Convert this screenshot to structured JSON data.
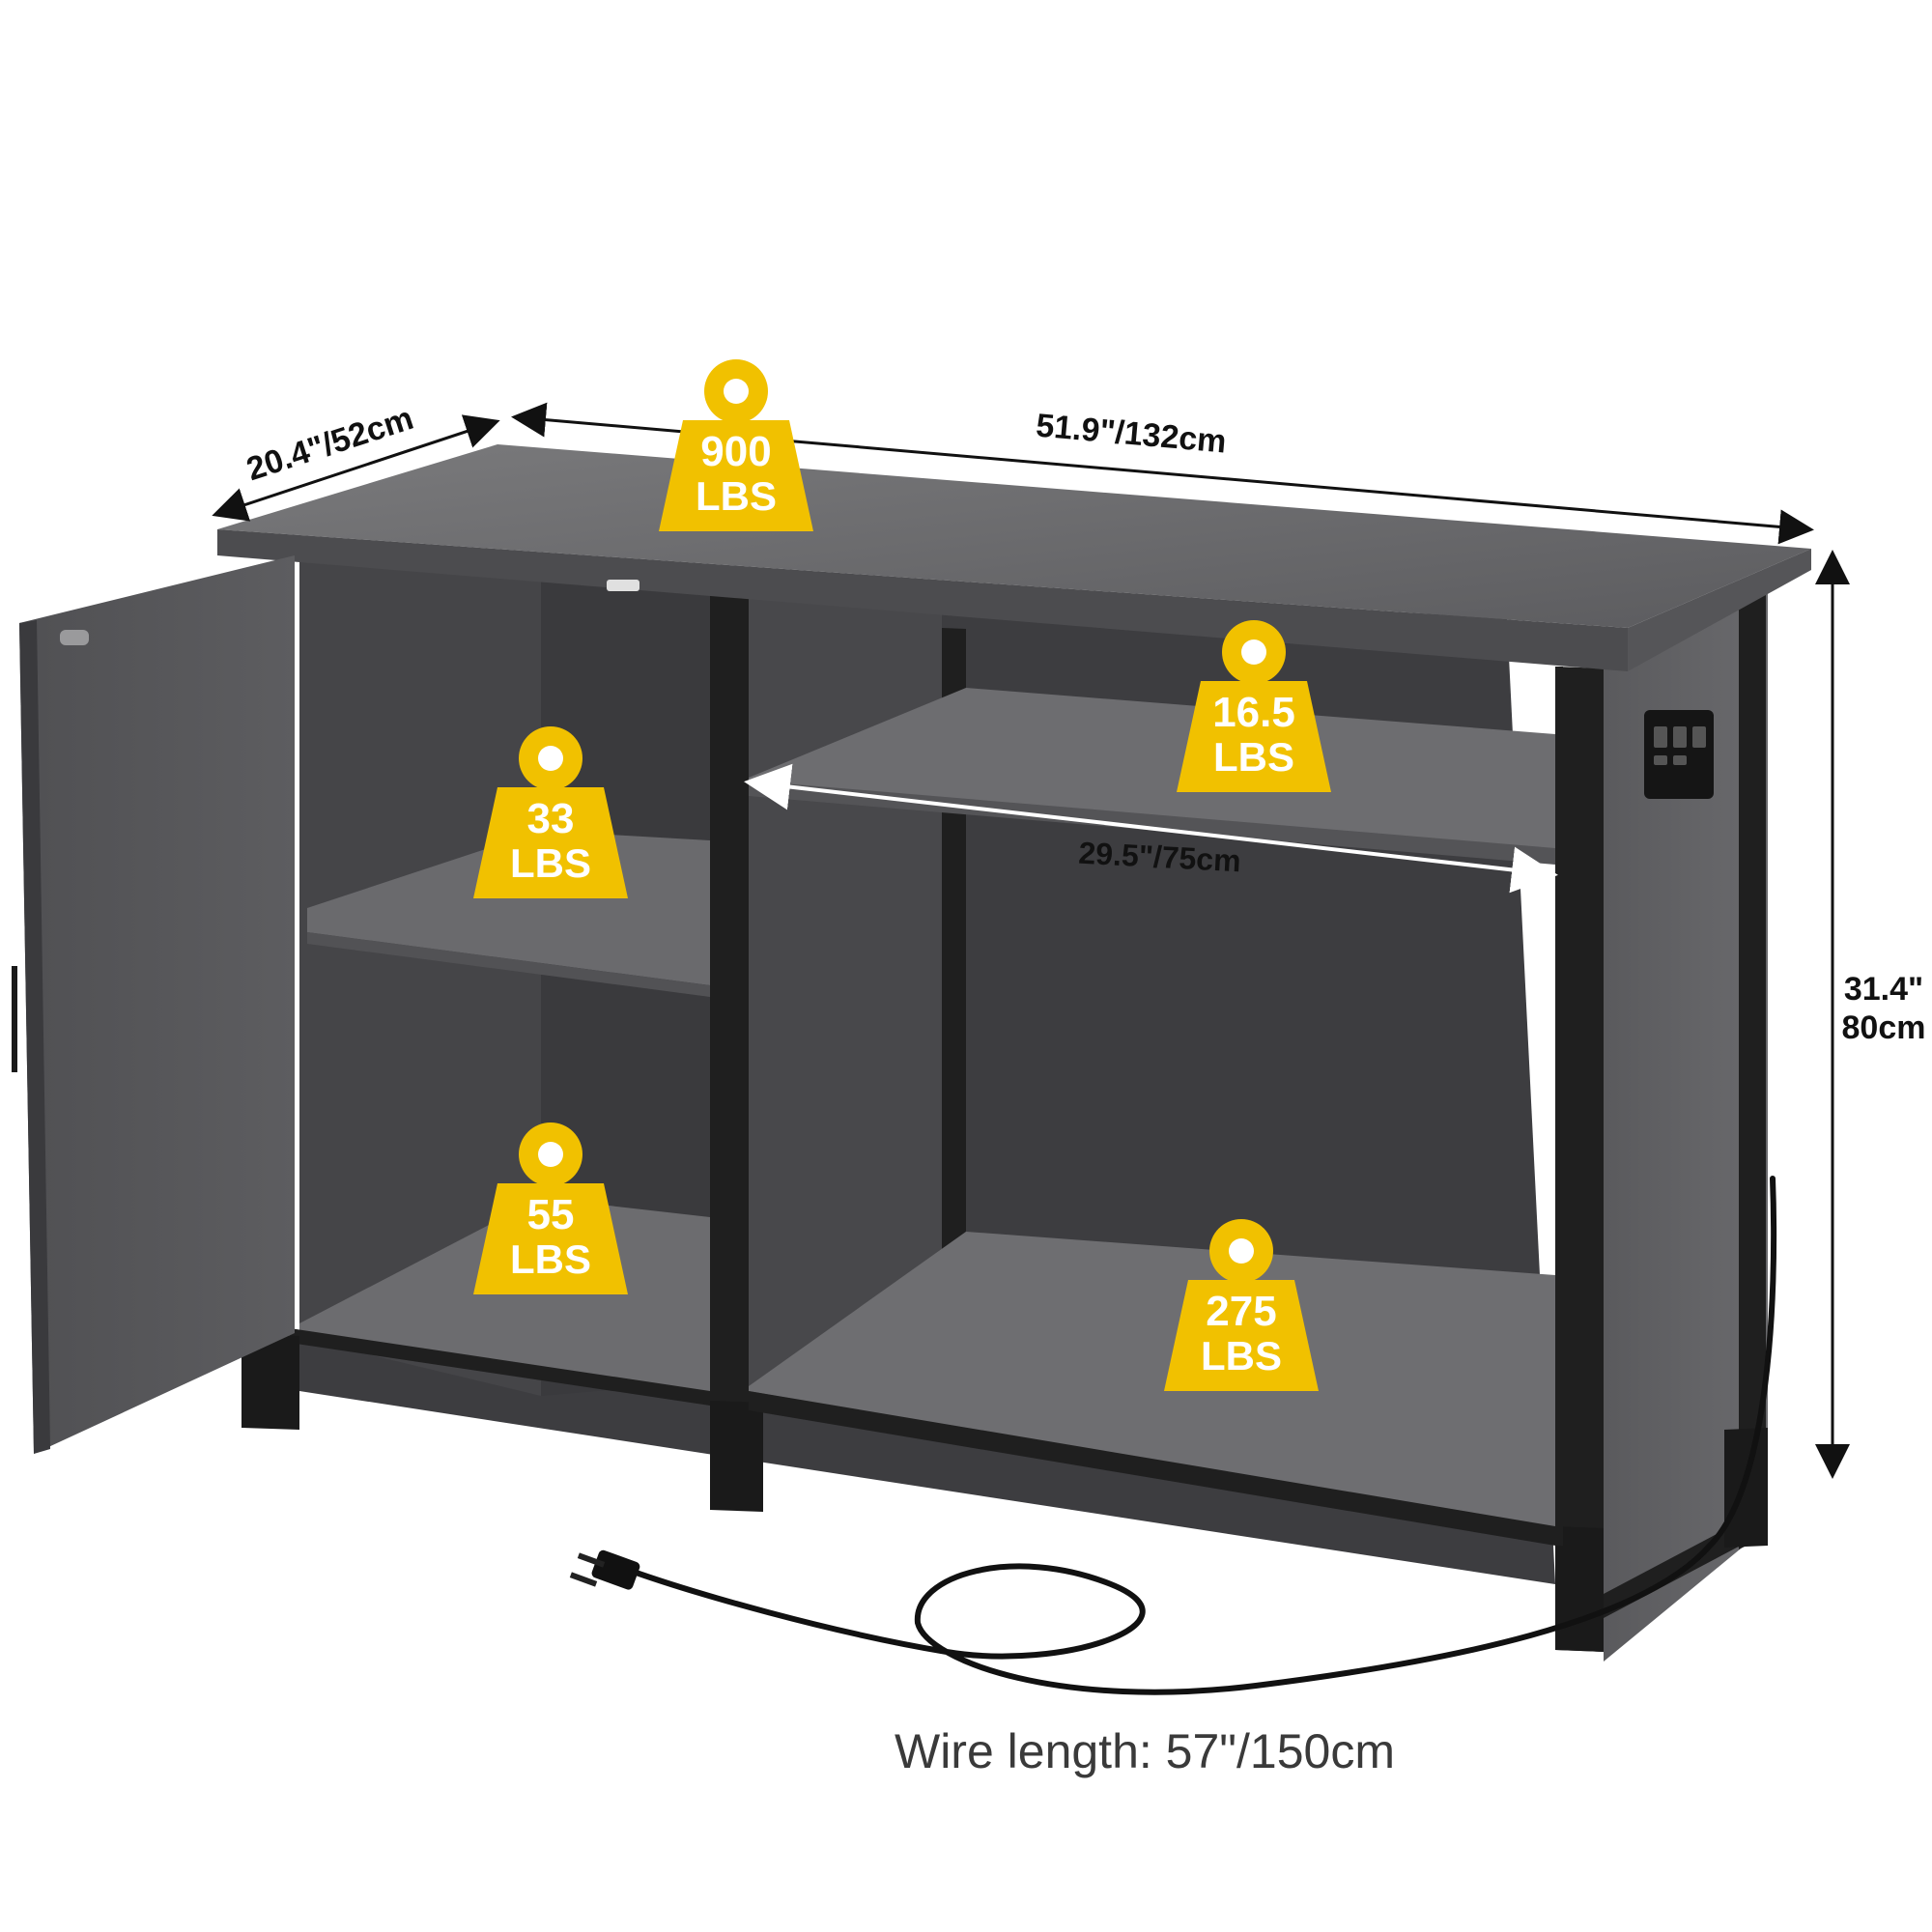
{
  "colors": {
    "badge": "#f1c100",
    "badge_text": "#ffffff",
    "frame": "#1f1f1f",
    "wood_top": "#6e6e70",
    "wood_panel": "#4a4a4d",
    "wood_dark": "#3b3b3e",
    "dimension_ink": "#111111",
    "caption_ink": "#3a3a3a"
  },
  "dimensions": {
    "depth": "20.4\"/52cm",
    "width": "51.9\"/132cm",
    "shelf_width": "29.5\"/75cm",
    "height_in": "31.4\"",
    "height_cm": "80cm"
  },
  "weight_badges": [
    {
      "icon": "weight-icon",
      "value": "900",
      "unit": "LBS"
    },
    {
      "icon": "weight-icon",
      "value": "33",
      "unit": "LBS"
    },
    {
      "icon": "weight-icon",
      "value": "16.5",
      "unit": "LBS"
    },
    {
      "icon": "weight-icon",
      "value": "55",
      "unit": "LBS"
    },
    {
      "icon": "weight-icon",
      "value": "275",
      "unit": "LBS"
    }
  ],
  "wire_caption": "Wire length: 57\"/150cm"
}
